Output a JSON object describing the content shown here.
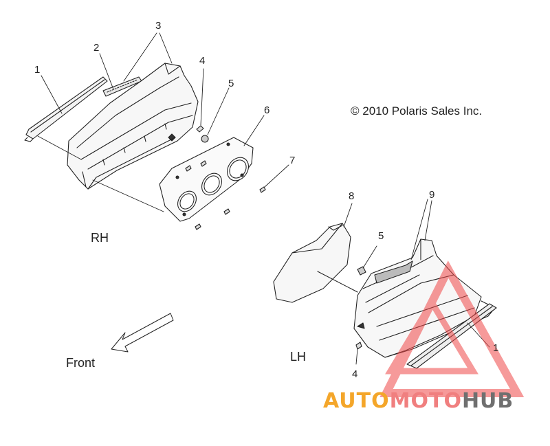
{
  "copyright": "© 2010 Polaris Sales Inc.",
  "side_labels": {
    "rh": "RH",
    "lh": "LH"
  },
  "direction_label": "Front",
  "callouts": {
    "rh_1": "1",
    "rh_2": "2",
    "rh_3": "3",
    "rh_4": "4",
    "rh_5": "5",
    "rh_6": "6",
    "rh_7": "7",
    "lh_8": "8",
    "lh_9": "9",
    "lh_5": "5",
    "lh_4": "4",
    "lh_1": "1"
  },
  "watermark": {
    "part1": "AUTO",
    "part2": "MOTO",
    "part3": "HUB",
    "color_auto": "#f4a62a",
    "color_moto": "#f07f7f",
    "color_hub": "#6f6f6f"
  }
}
